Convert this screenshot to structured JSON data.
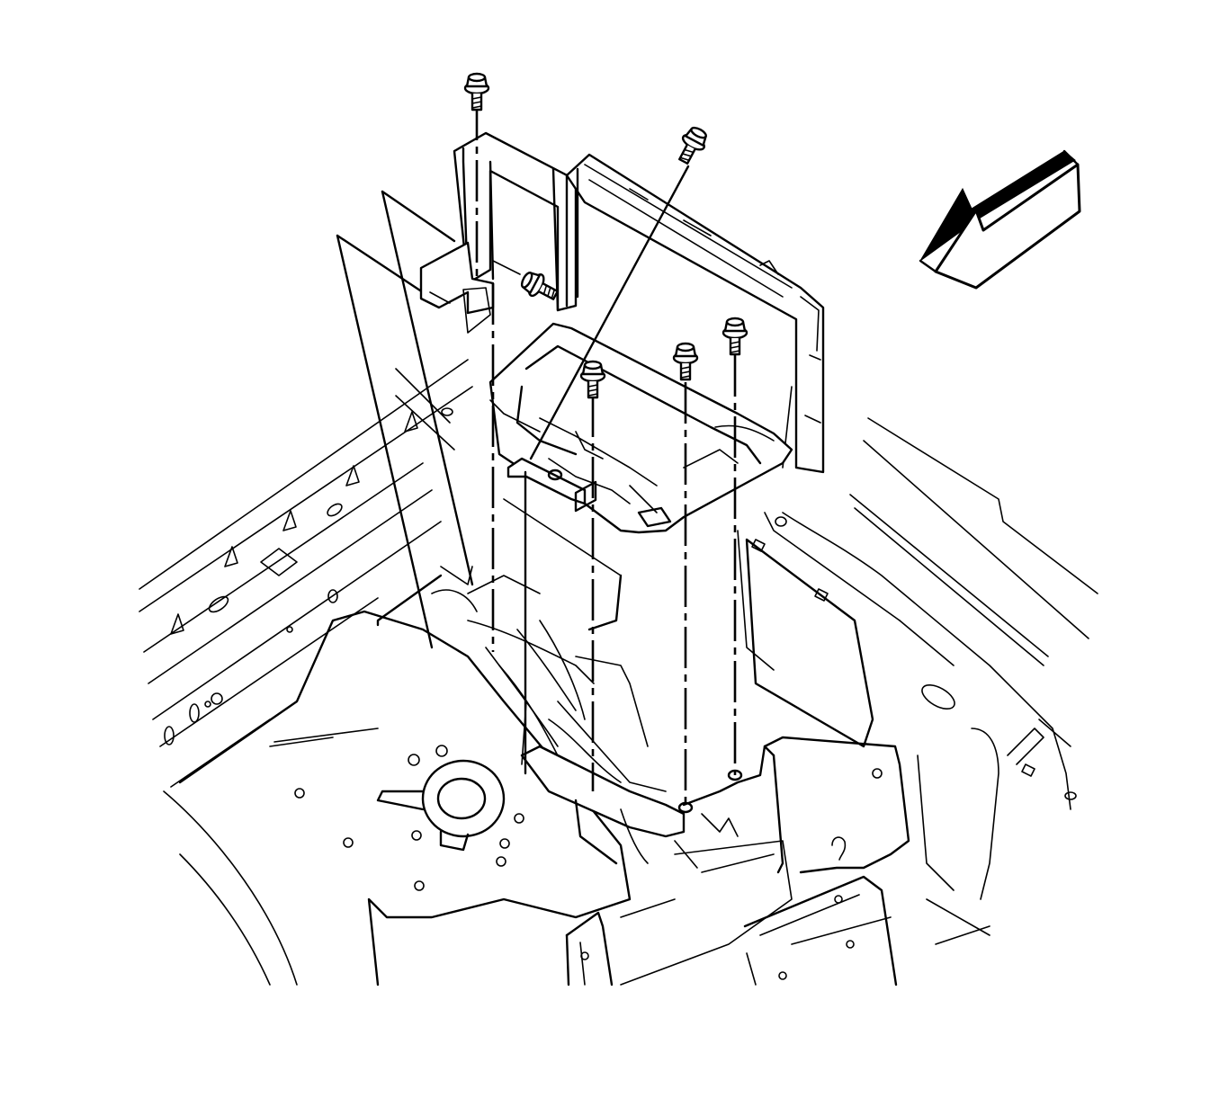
{
  "diagram": {
    "description_visible_text": "",
    "colors": {
      "ink": "#000000",
      "paper": "#ffffff"
    },
    "parts": {
      "direction_arrow": {
        "icon": "direction-arrow-icon"
      },
      "bolts": [
        {
          "id": "bolt-1",
          "icon": "bolt-icon"
        },
        {
          "id": "bolt-2",
          "icon": "bolt-icon"
        },
        {
          "id": "bolt-3",
          "icon": "bolt-icon"
        },
        {
          "id": "bolt-4",
          "icon": "bolt-icon"
        },
        {
          "id": "bolt-5",
          "icon": "bolt-icon"
        },
        {
          "id": "bolt-6",
          "icon": "bolt-icon"
        }
      ]
    }
  }
}
